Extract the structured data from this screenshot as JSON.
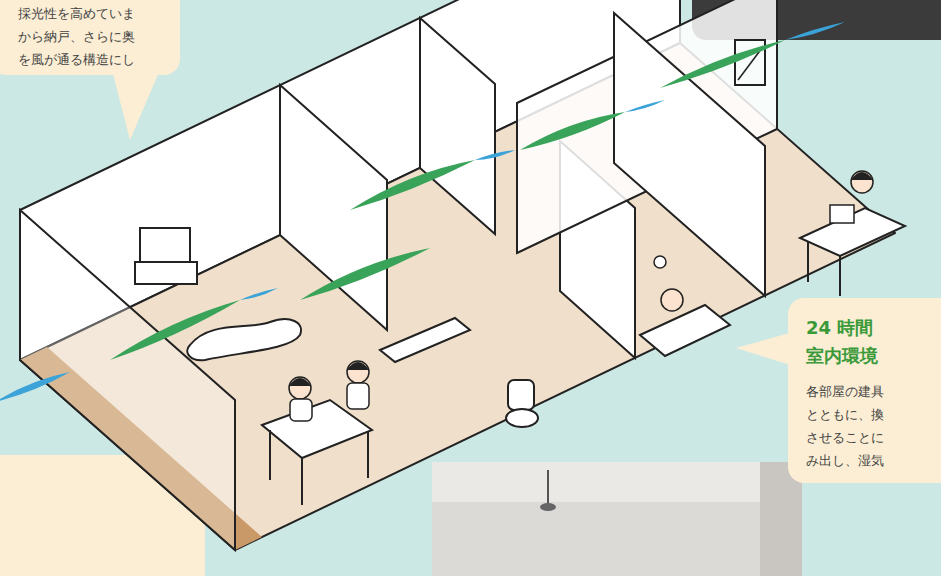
{
  "diagram": {
    "nodes": [
      {
        "text": [
          "採光性を高めていま から納戸、さらに奥 を風が通る構造にし"
        ]
      },
      {
        "text": [
          "24 時間 室内環境",
          "各部屋の建具 とともに、換 させることに み出し、湿気"
        ]
      }
    ]
  }
}
